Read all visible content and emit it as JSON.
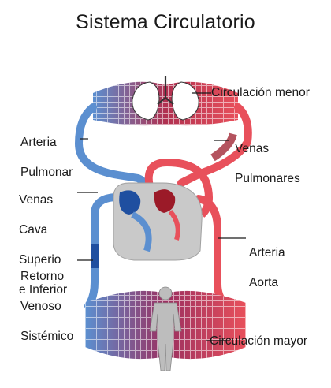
{
  "title": "Sistema Circulatorio",
  "labels": {
    "circulacion_menor": "Circulación menor",
    "arteria_pulmonar": [
      "Arteria",
      "Pulmonar"
    ],
    "venas_pulmonares": [
      "Venas",
      "Pulmonares"
    ],
    "venas_cava": [
      "Venas",
      "Cava",
      "Superio",
      "e Inferior"
    ],
    "arteria_aorta": [
      "Arteria",
      "Aorta"
    ],
    "retorno_venoso": [
      "Retorno",
      "Venoso",
      "Sistémico"
    ],
    "circulacion_mayor": "Circulación mayor"
  },
  "colors": {
    "arterial": "#e8505b",
    "venous": "#5b8fd0",
    "deep_red": "#9b1a28",
    "deep_blue": "#1f4fa0",
    "heart_wall": "#c9c9c9"
  }
}
